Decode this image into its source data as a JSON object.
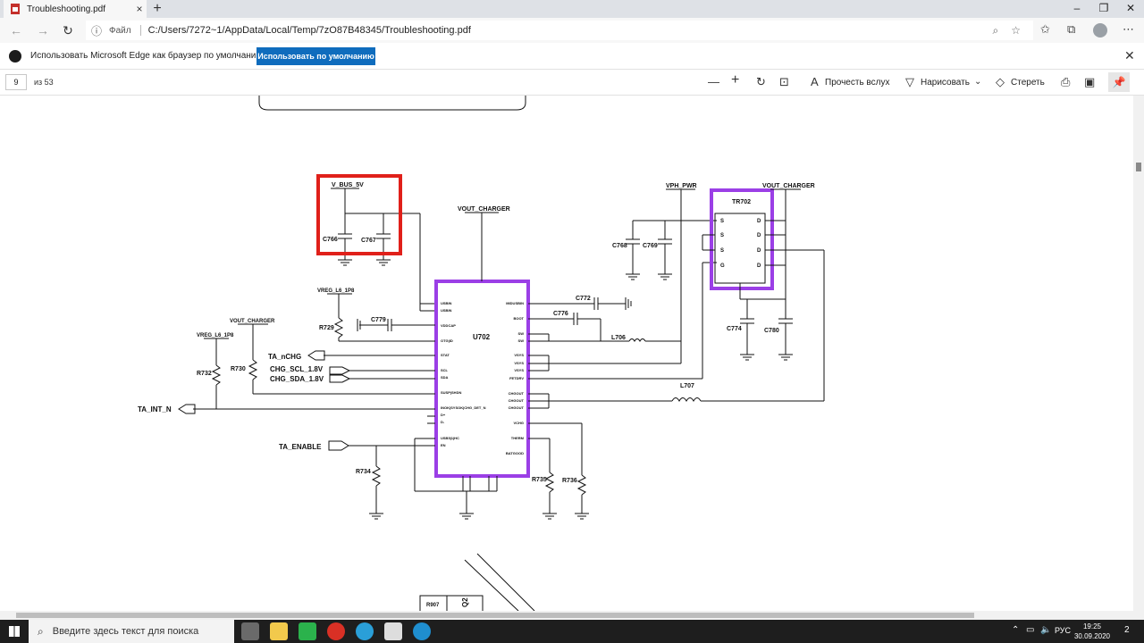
{
  "tab": {
    "title": "Troubleshooting.pdf",
    "close": "×"
  },
  "window": {
    "minimize": "–",
    "restore": "❐",
    "close": "✕"
  },
  "address": {
    "site_label": "Файл",
    "url": "C:/Users/7272~1/AppData/Local/Temp/7zO87B48345/Troubleshooting.pdf"
  },
  "infobar": {
    "message": "Использовать Microsoft Edge как браузер по умолчанию?",
    "button": "Использовать по умолчанию",
    "close": "✕"
  },
  "pdf_toolbar": {
    "page_number": "9",
    "page_count": "из 53",
    "read_aloud": "Прочесть вслух",
    "draw": "Нарисовать",
    "erase": "Стереть"
  },
  "schematic": {
    "net_labels": {
      "v_bus": "V_BUS_5V",
      "vout_charger_top": "VOUT_CHARGER",
      "vph_pwr": "VPH_PWR",
      "vout_charger_right": "VOUT_CHARGER",
      "vreg_top": "VREG_L6_1P8",
      "vout_charger_left": "VOUT_CHARGER",
      "vreg_left": "VREG_L6_1P8"
    },
    "ports": {
      "ta_nchg": "TA_nCHG",
      "chg_scl": "CHG_SCL_1.8V",
      "chg_sda": "CHG_SDA_1.8V",
      "ta_int_n": "TA_INT_N",
      "ta_enable": "TA_ENABLE"
    },
    "components": {
      "c766": "C766",
      "c767": "C767",
      "c768": "C768",
      "c769": "C769",
      "c772": "C772",
      "c776": "C776",
      "c779": "C779",
      "c774": "C774",
      "c780": "C780",
      "r729": "R729",
      "r730": "R730",
      "r732": "R732",
      "r734": "R734",
      "r735": "R735",
      "r736": "R736",
      "l706": "L706",
      "l707": "L707",
      "u702": "U702",
      "tr702": "TR702",
      "r907": "R907",
      "q2": "Q2"
    },
    "u702_pins_left": [
      "USBIN",
      "USBIN",
      "VDDCAP",
      "OTG|ID",
      "STAT",
      "SCL",
      "SDA",
      "SUSP|SHDN",
      "INOK|SYSOK|CHG_DET_N",
      "D+",
      "D-",
      "USB5|1|HC",
      "EN"
    ],
    "u702_pins_right": [
      "MIDUSBIN",
      "BOOT",
      "SW",
      "SW",
      "VSYS",
      "VSYS",
      "VSYS",
      "FETDRV",
      "CHGOUT",
      "CHGOUT",
      "CHGOUT",
      "VCHG",
      "THERM",
      "BATGOOD"
    ],
    "tr702_pins": [
      "S",
      "S",
      "S",
      "G",
      "D",
      "D",
      "D",
      "D"
    ]
  },
  "taskbar": {
    "search_placeholder": "Введите здесь текст для поиска",
    "language": "РУС",
    "time": "19:25",
    "date": "30.09.2020",
    "notifications": "2"
  }
}
